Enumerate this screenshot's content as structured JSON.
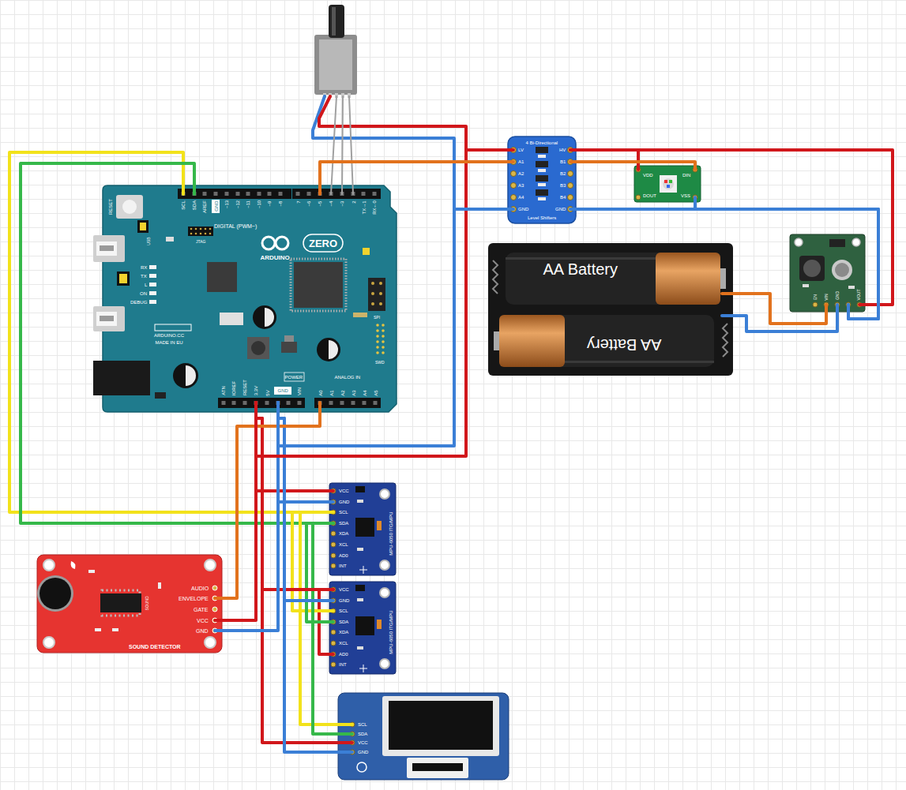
{
  "diagram": {
    "nodes": [
      {
        "text": [
          "RESET",
          "SCL",
          "SDA",
          "AREF",
          "GND",
          "~13",
          "~12",
          "~11",
          "~10",
          "~9",
          "~8",
          "7",
          "~6",
          "~5",
          "~4",
          "~3",
          "2",
          "TX→1",
          "RX←0",
          "DIGITAL (PWM~)",
          "USB",
          "JTAG",
          "ARDUINO",
          "ZERO",
          "RX",
          "TX",
          "L",
          "ON",
          "DEBUG",
          "ARDUINO.CC",
          "MADE IN EU",
          "SPI",
          "SWD",
          "ATN",
          "IOREF",
          "RESET",
          "3.3V",
          "5V",
          "GND",
          "VIN",
          "A0",
          "A1",
          "A2",
          "A3",
          "A4",
          "A5",
          "POWER",
          "ANALOG IN"
        ]
      },
      {
        "text": [
          "4 Bi-Directional",
          "LV",
          "A1",
          "A2",
          "A3",
          "A4",
          "GND",
          "HV",
          "B1",
          "B2",
          "B3",
          "B4",
          "GND",
          "Level Shifters"
        ]
      },
      {
        "text": [
          "VDD",
          "DIN",
          "DOUT",
          "VSS"
        ]
      },
      {
        "text": [
          "AA Battery",
          "AA Battery"
        ]
      },
      {
        "text": [
          "EN",
          "VIN",
          "GND",
          "VOUT"
        ]
      },
      {
        "text": [
          "VCC",
          "GND",
          "SCL",
          "SDA",
          "XDA",
          "XCL",
          "AD0",
          "INT",
          "MPU-6050 ITG/MPU"
        ]
      },
      {
        "text": [
          "AUDIO",
          "ENVELOPE",
          "GATE",
          "VCC",
          "GND",
          "SOUND",
          "SOUND DETECTOR"
        ]
      },
      {
        "text": [
          "VCC",
          "GND",
          "SCL",
          "SDA",
          "XDA",
          "XCL",
          "AD0",
          "INT",
          "MPU-6050 ITG/MPU"
        ]
      },
      {
        "text": [
          "SCL",
          "SDA",
          "VCC",
          "GND"
        ]
      }
    ],
    "edges": [
      {
        "from": 0,
        "to": 5,
        "arrow": "none"
      },
      {
        "from": 0,
        "to": 5,
        "arrow": "none"
      },
      {
        "from": 5,
        "to": 7,
        "arrow": "none"
      },
      {
        "from": 5,
        "to": 8,
        "arrow": "none"
      },
      {
        "from": 5,
        "to": 7,
        "arrow": "none"
      },
      {
        "from": 5,
        "to": 8,
        "arrow": "none"
      },
      {
        "from": 0,
        "to": 5,
        "arrow": "none"
      },
      {
        "from": 0,
        "to": 7,
        "arrow": "none"
      },
      {
        "from": 0,
        "to": 6,
        "arrow": "none"
      },
      {
        "from": 0,
        "to": 8,
        "arrow": "none"
      },
      {
        "from": 0,
        "to": 5,
        "arrow": "none"
      },
      {
        "from": 0,
        "to": 7,
        "arrow": "none"
      },
      {
        "from": 0,
        "to": 6,
        "arrow": "none"
      },
      {
        "from": 0,
        "to": 8,
        "arrow": "none"
      },
      {
        "from": 0,
        "to": 6,
        "arrow": "none"
      },
      {
        "from": 0,
        "to": 1,
        "arrow": "none"
      },
      {
        "from": 0,
        "to": 1,
        "arrow": "none"
      },
      {
        "from": 0,
        "to": 1,
        "arrow": "none"
      },
      {
        "from": 1,
        "to": 2,
        "arrow": "none"
      },
      {
        "from": 1,
        "to": 2,
        "arrow": "none"
      },
      {
        "from": 1,
        "to": 4,
        "arrow": "none"
      },
      {
        "from": 1,
        "to": 4,
        "arrow": "none"
      },
      {
        "from": 2,
        "to": 4,
        "arrow": "none"
      },
      {
        "from": 3,
        "to": 4,
        "arrow": "none"
      },
      {
        "from": 3,
        "to": 4,
        "arrow": "none"
      }
    ]
  }
}
